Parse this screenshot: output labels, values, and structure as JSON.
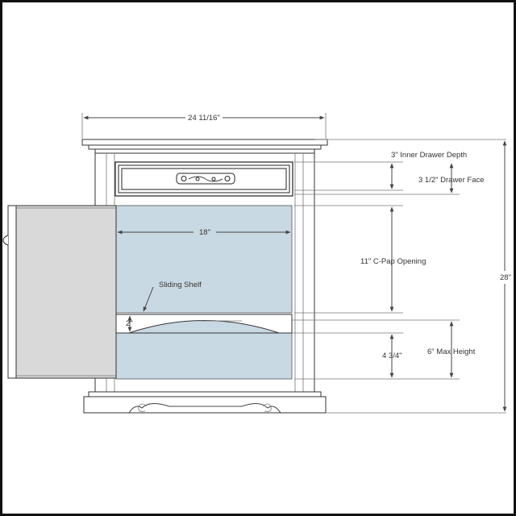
{
  "dimensions": {
    "overall_width": "24 11/16\"",
    "inner_drawer_depth": "3\" Inner Drawer Depth",
    "drawer_face": "3 1/2\" Drawer Face",
    "inner_width": "18\"",
    "cpap_opening": "11\" C-Pap Opening",
    "overall_height": "28\"",
    "shelf_gap": "2\"",
    "max_height": "6\" Max Height",
    "lower_height": "4 3/4\""
  },
  "labels": {
    "sliding_shelf": "Sliding Shelf"
  },
  "colors": {
    "opening_fill": "#c9d9e3",
    "door_fill": "#d9d9d9",
    "line": "#444444"
  }
}
